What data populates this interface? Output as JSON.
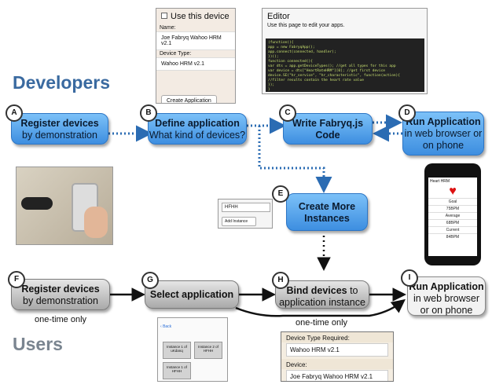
{
  "sections": {
    "developers": "Developers",
    "users": "Users"
  },
  "boxes": {
    "a": {
      "badge": "A",
      "title": "Register devices",
      "sub": "by demonstration"
    },
    "b": {
      "badge": "B",
      "title": "Define application",
      "sub": "What kind of devices?"
    },
    "c": {
      "badge": "C",
      "title": "Write Fabryq.js",
      "sub": "Code"
    },
    "d": {
      "badge": "D",
      "title": "Run Application",
      "sub": "in web browser or on phone"
    },
    "e": {
      "badge": "E",
      "title": "Create More",
      "sub": "Instances"
    },
    "f": {
      "badge": "F",
      "title": "Register devices",
      "sub": "by demonstration"
    },
    "g": {
      "badge": "G",
      "title": "Select application"
    },
    "h": {
      "badge": "H",
      "title": "Bind devices",
      "title_suffix": " to",
      "sub": "application instance"
    },
    "i": {
      "badge": "I",
      "title": "Run Application",
      "sub": "in web browser or on phone"
    }
  },
  "notes": {
    "one_time_f": "one-time only",
    "one_time_h": "one-time only"
  },
  "device_panel": {
    "checkbox_label": "Use this device",
    "name_label": "Name:",
    "name_value": "Joe Fabryq Wahoo HRM v2.1",
    "type_label": "Device Type:",
    "type_value": "Wahoo HRM v2.1",
    "button": "Create Application"
  },
  "editor_panel": {
    "title": "Editor",
    "subtitle": "Use this page to edit your apps.",
    "code_lines": [
      "(function(){",
      "  app = new FabryqApp();",
      "  app.connect(connected, handler);",
      "})();",
      "function connected(){",
      "  var dts = app.getDeviceTypes(); //get all types for this app",
      "  var device = dts[\"HeartRateHRM\"][0]; //get first device",
      "  device.SE(\"hr_service\", \"hr_characteristic\", function(action){",
      "    //filter results contain the heart rate value",
      "  });",
      "}"
    ]
  },
  "instance_panel": {
    "input_value": "HFHH",
    "button": "Add Instance"
  },
  "phone_app": {
    "header": "Heart HRM",
    "rows": [
      "Goal",
      "75BPM",
      "Average",
      "68BPM",
      "Current",
      "84BPM"
    ]
  },
  "app_select_panel": {
    "back": "Back",
    "tiles": [
      "Instance 1 of uKdanq",
      "Instance 2 of HFHH",
      "Instance 1 of HFHH"
    ]
  },
  "bind_panel": {
    "type_label": "Device Type Required:",
    "type_value": "Wahoo HRM v2.1",
    "device_label": "Device:",
    "device_value": "Joe Fabryq Wahoo HRM v2.1"
  },
  "colors": {
    "blue": "#3d8ee0",
    "dotted_blue": "#2b6cb3",
    "dark": "#111111",
    "developers_title": "#3a6aa0",
    "users_title": "#7a8590"
  }
}
